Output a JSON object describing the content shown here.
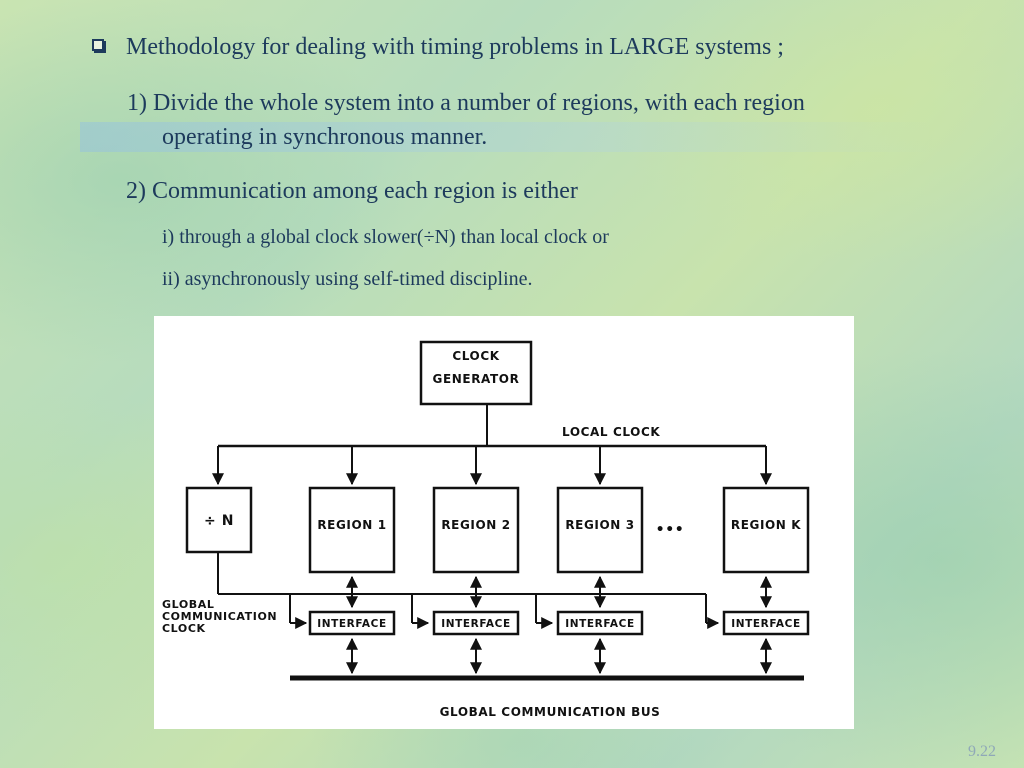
{
  "slide": {
    "heading": "Methodology for dealing with timing problems in LARGE systems ;",
    "point1_line1": "1) Divide the whole system into a number of regions, with each region",
    "point1_line2": "operating in synchronous manner.",
    "point2": "2) Communication among each region is either",
    "sub_i": "i) through a global clock slower(÷N) than local clock or",
    "sub_ii": "ii) asynchronously using self-timed discipline.",
    "page_number": "9.22"
  },
  "diagram": {
    "clock_generator_line1": "CLOCK",
    "clock_generator_line2": "GENERATOR",
    "local_clock": "LOCAL CLOCK",
    "divider": "÷ N",
    "region1": "REGION 1",
    "region2": "REGION 2",
    "region3": "REGION 3",
    "ellipsis": "•••",
    "regionk": "REGION K",
    "interface": "INTERFACE",
    "global_clock_line1": "GLOBAL",
    "global_clock_line2": "COMMUNICATION",
    "global_clock_line3": "CLOCK",
    "global_bus": "GLOBAL COMMUNICATION BUS"
  }
}
